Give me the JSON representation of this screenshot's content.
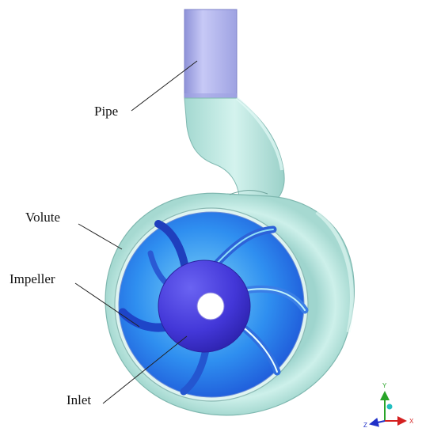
{
  "labels": {
    "pipe": "Pipe",
    "volute": "Volute",
    "impeller": "Impeller",
    "inlet": "Inlet"
  },
  "triad": {
    "y": "Y",
    "z": "Z",
    "x": "X"
  },
  "colors": {
    "pipe": "#b3b6f0",
    "volute": "#bfe9e3",
    "volute_shadow": "#8fc9c2",
    "impeller_dark": "#1e45c8",
    "impeller_mid": "#2f7ff0",
    "impeller_light": "#5bc6f5",
    "hub": "#4b3fe0",
    "axis_x": "#d42020",
    "axis_y": "#28a428",
    "axis_z": "#2030c8",
    "axis_center": "#23bfc0"
  },
  "icons": {
    "triad": "coordinate-triad-icon"
  }
}
